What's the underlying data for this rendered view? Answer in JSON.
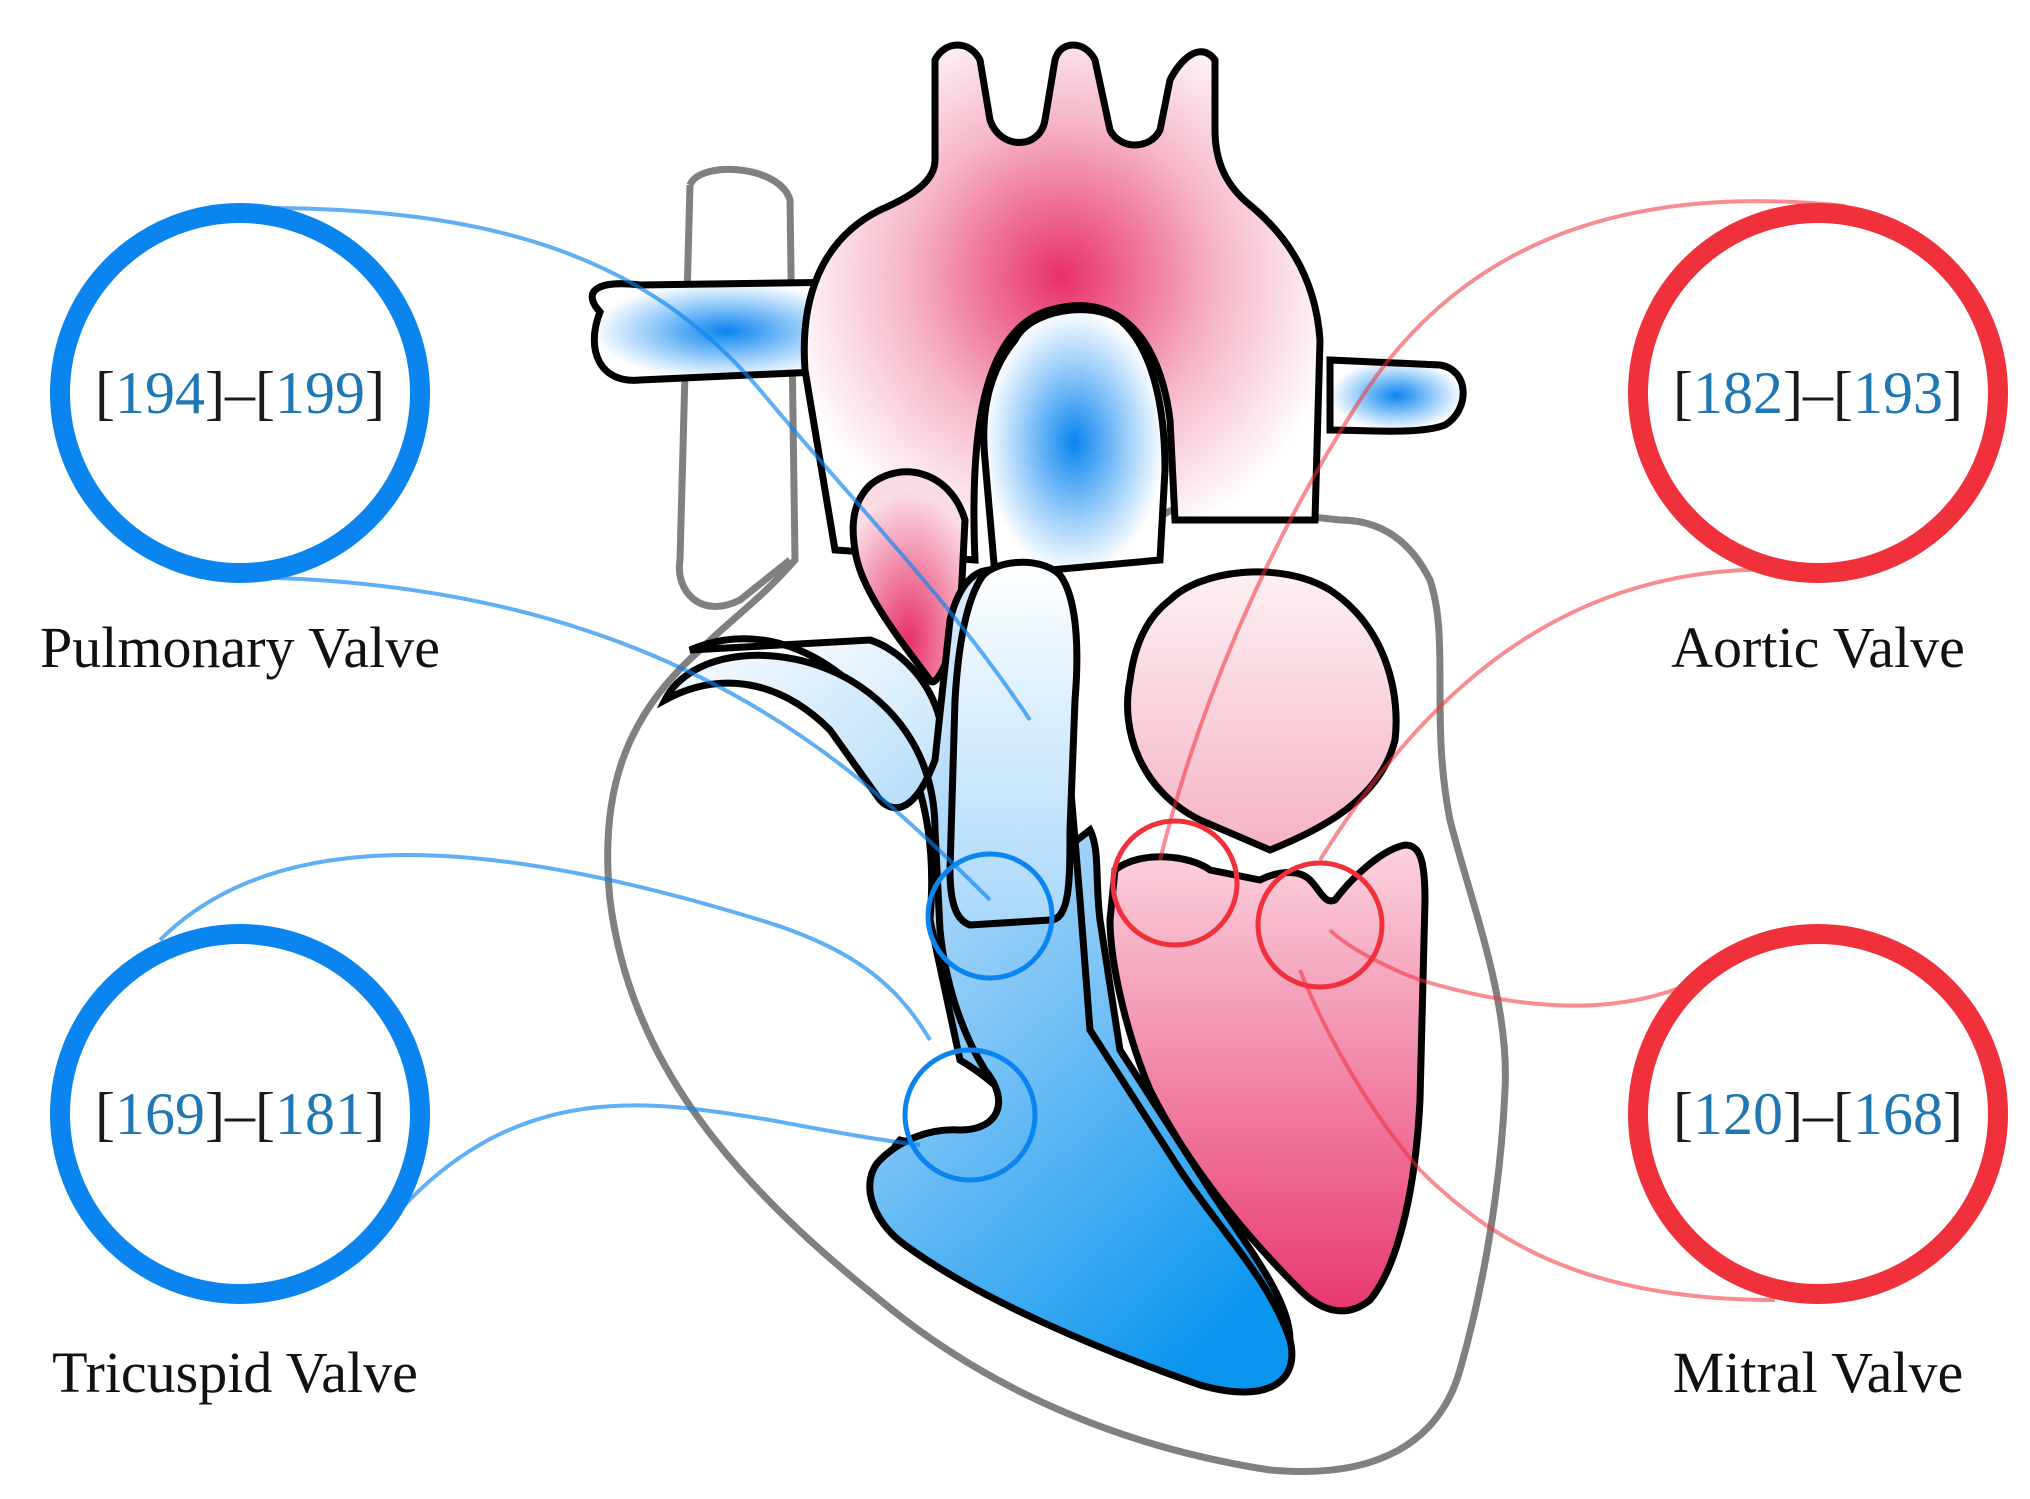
{
  "colors": {
    "right_side_blue": "#0a84ef",
    "left_side_red": "#f0303a",
    "citation_blue": "#1f77b4",
    "outline": "#000000",
    "pericardium_gray": "#808080"
  },
  "valves": [
    {
      "id": "pulmonary",
      "label": "Pulmonary Valve",
      "ref_start": "194",
      "ref_end": "199",
      "color": "#0a84ef"
    },
    {
      "id": "aortic",
      "label": "Aortic Valve",
      "ref_start": "182",
      "ref_end": "193",
      "color": "#f0303a"
    },
    {
      "id": "tricuspid",
      "label": "Tricuspid Valve",
      "ref_start": "169",
      "ref_end": "181",
      "color": "#0a84ef"
    },
    {
      "id": "mitral",
      "label": "Mitral Valve",
      "ref_start": "120",
      "ref_end": "168",
      "color": "#f0303a"
    }
  ],
  "ref_brackets": {
    "open": "[",
    "close": "]",
    "dash": "–"
  }
}
